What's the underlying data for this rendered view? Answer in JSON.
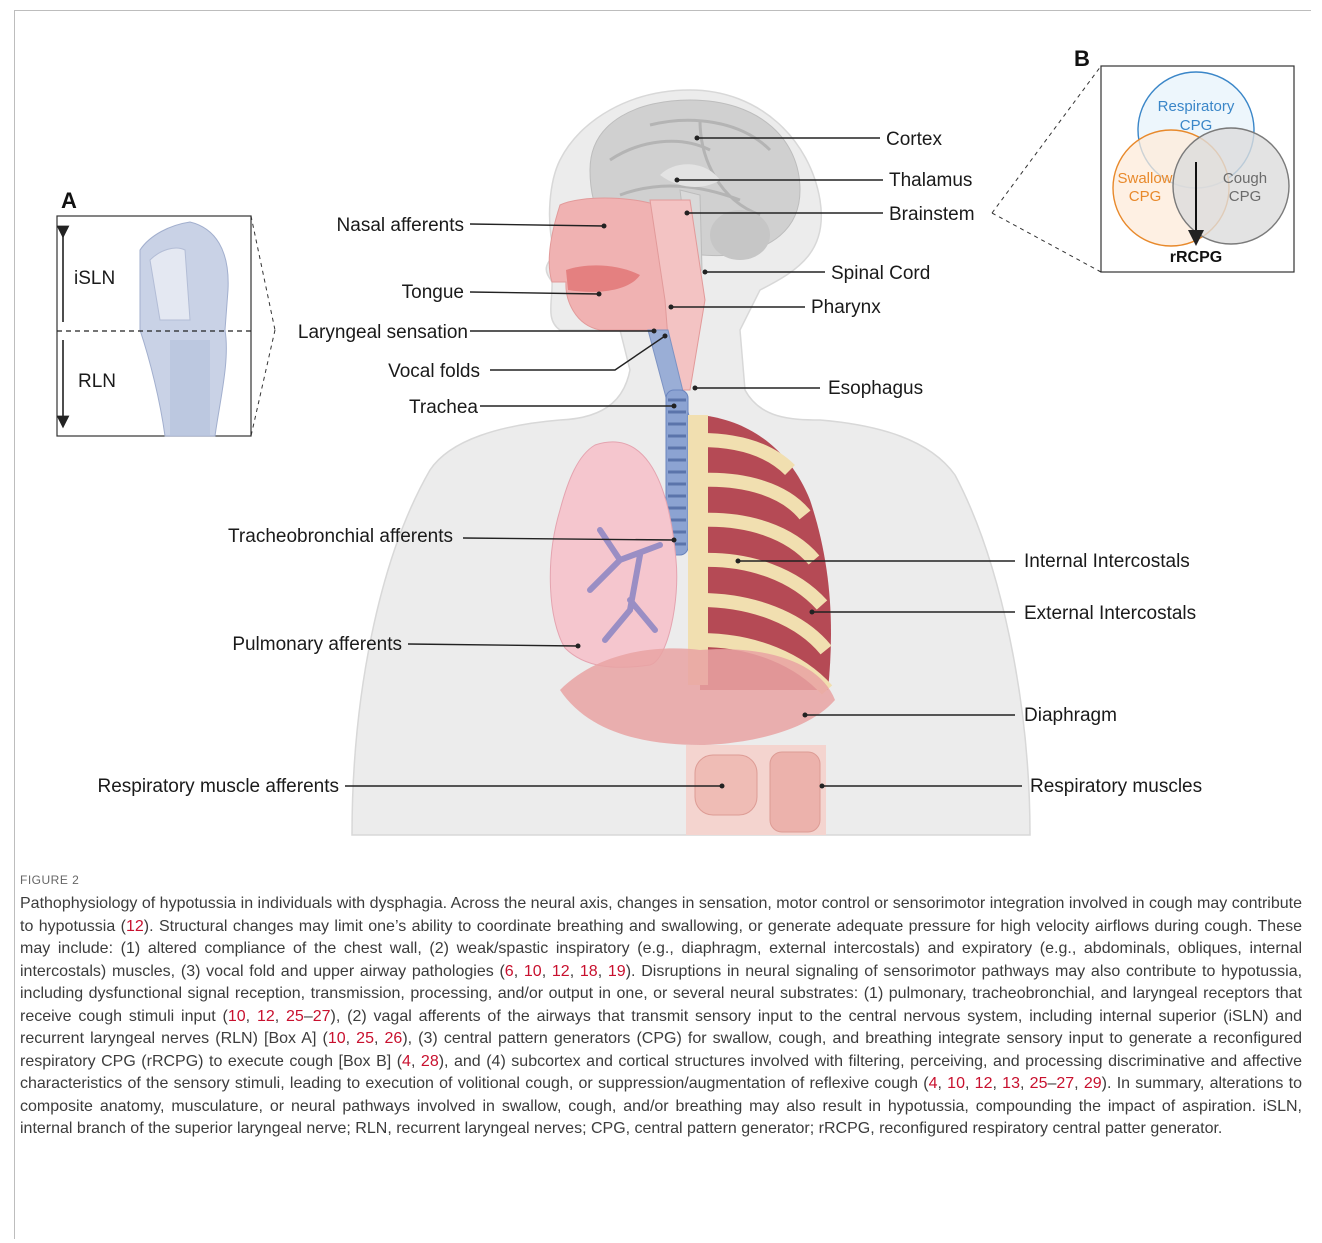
{
  "figure": {
    "box_a": {
      "letter": "A",
      "upper_label": "iSLN",
      "lower_label": "RLN"
    },
    "box_b": {
      "letter": "B",
      "respiratory_line1": "Respiratory",
      "respiratory_line2": "CPG",
      "swallow_line1": "Swallow",
      "swallow_line2": "CPG",
      "cough_line1": "Cough",
      "cough_line2": "CPG",
      "output": "rRCPG",
      "colors": {
        "respiratory": "#3a86c8",
        "swallow": "#e8892b",
        "cough": "#7a7a7a"
      }
    },
    "labels_left": {
      "nasal_afferents": "Nasal afferents",
      "tongue": "Tongue",
      "laryngeal_sensation": "Laryngeal sensation",
      "vocal_folds": "Vocal folds",
      "trachea": "Trachea",
      "tracheobronchial_afferents": "Tracheobronchial afferents",
      "pulmonary_afferents": "Pulmonary afferents",
      "respiratory_muscle_afferents": "Respiratory muscle afferents"
    },
    "labels_right": {
      "cortex": "Cortex",
      "thalamus": "Thalamus",
      "brainstem": "Brainstem",
      "spinal_cord": "Spinal Cord",
      "pharynx": "Pharynx",
      "esophagus": "Esophagus",
      "internal_intercostals": "Internal Intercostals",
      "external_intercostals": "External Intercostals",
      "diaphragm": "Diaphragm",
      "respiratory_muscles": "Respiratory muscles"
    }
  },
  "caption": {
    "title": "FIGURE 2",
    "s01": "Pathophysiology of hypotussia in individuals with dysphagia. Across the neural axis, changes in sensation, motor control or sensorimotor integration involved in cough may contribute to hypotussia (",
    "r01": "12",
    "s02": "). Structural changes may limit one’s ability to coordinate breathing and swallowing, or generate adequate pressure for high velocity airflows during cough. These may include: (1) altered compliance of the chest wall, (2) weak/spastic inspiratory (e.g., diaphragm, external intercostals) and expiratory (e.g., abdominals, obliques, internal intercostals) muscles, (3) vocal fold and upper airway pathologies (",
    "r02": "6",
    "r03": "10",
    "r04": "12",
    "r05": "18",
    "r06": "19",
    "s03": "). Disruptions in neural signaling of sensorimotor pathways may also contribute to hypotussia, including dysfunctional signal reception, transmission, processing, and/or output in one, or several neural substrates: (1) pulmonary, tracheobronchial, and laryngeal receptors that receive cough stimuli input (",
    "r07": "10",
    "r08": "12",
    "r09": "25",
    "r10": "27",
    "s04": "), (2) vagal afferents of the airways that transmit sensory input to the central nervous system, including internal superior (iSLN) and recurrent laryngeal nerves (RLN) [Box A] (",
    "r11": "10",
    "r12": "25",
    "r13": "26",
    "s05": "), (3) central pattern generators (CPG) for swallow, cough, and breathing integrate sensory input to generate a reconfigured respiratory CPG (rRCPG) to execute cough [Box B] (",
    "r14": "4",
    "r15": "28",
    "s06": "), and (4) subcortex and cortical structures involved with filtering, perceiving, and processing discriminative and affective characteristics of the sensory stimuli, leading to execution of volitional cough, or suppression/augmentation of reflexive cough (",
    "r16": "4",
    "r17": "10",
    "r18": "12",
    "r19": "13",
    "r20": "25",
    "r21": "27",
    "r22": "29",
    "s07": "). In summary, alterations to composite anatomy, musculature, or neural pathways involved in swallow, cough, and/or breathing may also result in hypotussia, compounding the impact of aspiration. iSLN, internal branch of the superior laryngeal nerve; RLN, recurrent laryngeal nerves; CPG, central pattern generator; rRCPG, reconfigured respiratory central patter generator."
  }
}
